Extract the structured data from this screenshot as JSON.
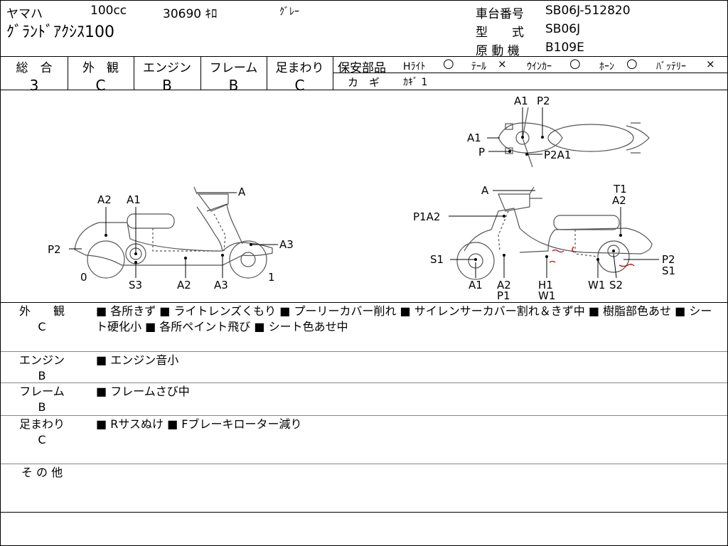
{
  "header": {
    "maker": "ヤマハ",
    "displacement": "100cc",
    "mileage": "30690 ｷﾛ",
    "color": "ｸﾞﾚｰ",
    "model_name": "ｸﾞﾗﾝﾄﾞｱｸｼｽ100",
    "frame_label": "車台番号",
    "frame_value": "SB06J-512820",
    "type_label": "型　　式",
    "type_value": "SB06J",
    "engine_label": "原 動 機",
    "engine_value": "B109E"
  },
  "grades": [
    {
      "label": "総　合",
      "value": "3"
    },
    {
      "label": "外　観",
      "value": "C"
    },
    {
      "label": "エンジン",
      "value": "B"
    },
    {
      "label": "フレーム",
      "value": "B"
    },
    {
      "label": "足まわり",
      "value": "C"
    }
  ],
  "safety": {
    "title": "保安部品",
    "items": [
      {
        "label": "Hﾗｲﾄ",
        "mark": "○"
      },
      {
        "label": "ﾃｰﾙ",
        "mark": "×"
      },
      {
        "label": "ｳｲﾝｶｰ",
        "mark": "○"
      },
      {
        "label": "ﾎｰﾝ",
        "mark": "○"
      },
      {
        "label": "ﾊﾞｯﾃﾘｰ",
        "mark": "×"
      }
    ],
    "key_label": "カ　ギ",
    "key_value": "ｶｷﾞ 1"
  },
  "diagram_labels": {
    "left": [
      "A2",
      "A1",
      "A",
      "P2",
      "A3",
      "0",
      "1",
      "S3",
      "A2",
      "A3"
    ],
    "top": [
      "A1",
      "P2",
      "A1",
      "P",
      "P2A1"
    ],
    "right": [
      "A",
      "T1",
      "A2",
      "P1A2",
      "S1",
      "P2",
      "S1",
      "A1",
      "A2",
      "P1",
      "H1",
      "W1",
      "W1",
      "S2"
    ]
  },
  "sections": [
    {
      "label": "外　　観",
      "grade": "C",
      "text": "■ 各所きず ■ ライトレンズくもり ■ プーリーカバー削れ ■ サイレンサーカバー割れ＆きず中 ■ 樹脂部色あせ ■ シート硬化小 ■ 各所ペイント飛び ■ シート色あせ中"
    },
    {
      "label": "エンジン",
      "grade": "B",
      "text": "■ エンジン音小"
    },
    {
      "label": "フレーム",
      "grade": "B",
      "text": "■ フレームさび中"
    },
    {
      "label": "足まわり",
      "grade": "C",
      "text": "■ Rサスぬけ ■ Fブレーキローター減り"
    },
    {
      "label": "そ の 他",
      "grade": "",
      "text": ""
    }
  ]
}
